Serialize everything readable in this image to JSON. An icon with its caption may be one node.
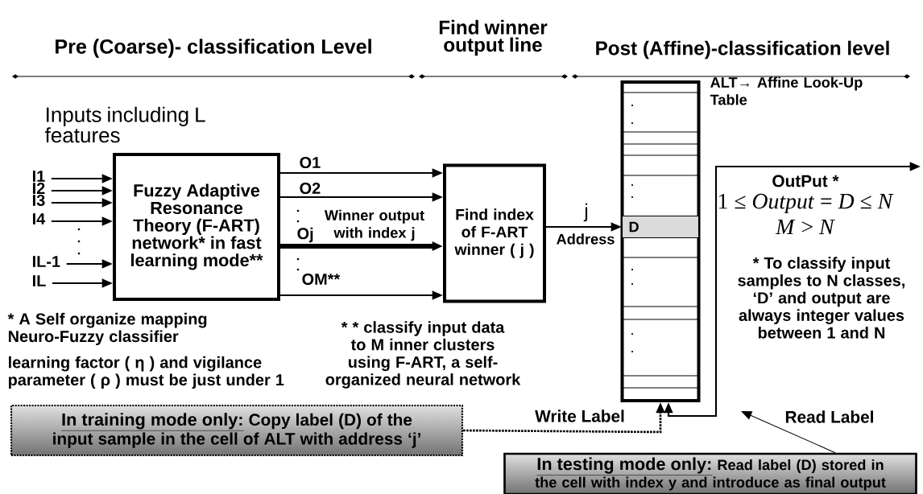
{
  "diagram": {
    "nodes": [
      {
        "text": [
          "Fuzzy Adaptive Resonance Theory (F-ART) network* in fast learning mode**"
        ]
      },
      {
        "text": [
          "Find index of F-ART winner ( j )"
        ]
      },
      {
        "text": [],
        "shape": "box"
      },
      {
        "text": [
          "D"
        ],
        "in": 2
      },
      {
        "text": [
          "I1"
        ]
      },
      {
        "text": [
          "I2"
        ]
      },
      {
        "text": [
          "I3"
        ]
      },
      {
        "text": [
          "I4"
        ]
      },
      {
        "text": [
          "IL-1"
        ]
      },
      {
        "text": [
          "IL"
        ]
      },
      {
        "text": [
          "In training mode only:",
          "Copy label (D) of the input sample in the cell of ALT with address ‘j’"
        ]
      },
      {
        "text": [
          "In testing mode only:",
          "Read label (D) stored in the cell with index y and introduce as final output"
        ]
      }
    ],
    "edges": [
      {
        "from": 4,
        "to": 0,
        "arrow": "to"
      },
      {
        "from": 5,
        "to": 0,
        "arrow": "to"
      },
      {
        "from": 6,
        "to": 0,
        "arrow": "to"
      },
      {
        "from": 7,
        "to": 0,
        "arrow": "to"
      },
      {
        "from": 8,
        "to": 0,
        "arrow": "to"
      },
      {
        "from": 9,
        "to": 0,
        "arrow": "to"
      },
      {
        "from": 0,
        "to": 1,
        "arrow": "to",
        "label": "O1"
      },
      {
        "from": 0,
        "to": 1,
        "arrow": "to",
        "label": "O2"
      },
      {
        "from": 0,
        "to": 1,
        "arrow": "to",
        "label": "Oj",
        "style": "thick"
      },
      {
        "from": 0,
        "to": 1,
        "arrow": "to",
        "label": "OM**"
      },
      {
        "from": 1,
        "to": 3,
        "arrow": "to",
        "label": "Address"
      },
      {
        "from": 2,
        "to": null,
        "arrow": "both"
      },
      {
        "from": 10,
        "to": 2,
        "arrow": "to",
        "label": "Write Label",
        "style": "dashed"
      },
      {
        "from": 11,
        "to": null,
        "arrow": "to"
      }
    ],
    "labels": [
      "Pre (Coarse)- classification Level",
      "Find winner output line",
      "Post (Affine)-classification level",
      "ALT→ Affine Look-Up Table",
      "Inputs including L features",
      "Winner output with index j",
      "j",
      "OutPut *",
      "1 ≤ *Output* = *D* ≤ *N*",
      "*M* > *N*",
      "* To classify input samples to N classes, ‘D’ and output are always integer values between 1 and N",
      "* A Self organize mapping Neuro-Fuzzy classifier",
      "learning factor ( η ) and vigilance parameter ( ρ ) must be just under 1",
      "* * classify input data to M inner clusters using F-ART, a self-organized neural network",
      "Read Label"
    ]
  }
}
